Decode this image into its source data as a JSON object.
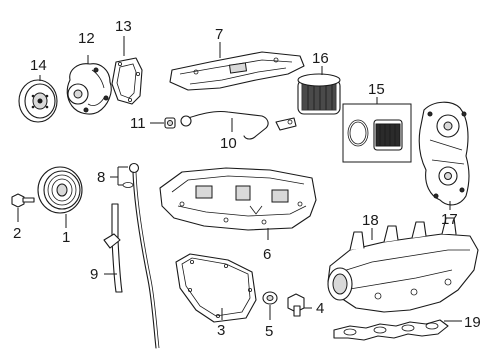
{
  "callouts": [
    {
      "id": "p1",
      "label": "1"
    },
    {
      "id": "p2",
      "label": "2"
    },
    {
      "id": "p3",
      "label": "3"
    },
    {
      "id": "p4",
      "label": "4"
    },
    {
      "id": "p5",
      "label": "5"
    },
    {
      "id": "p6",
      "label": "6"
    },
    {
      "id": "p7",
      "label": "7"
    },
    {
      "id": "p8",
      "label": "8"
    },
    {
      "id": "p9",
      "label": "9"
    },
    {
      "id": "p10",
      "label": "10"
    },
    {
      "id": "p11",
      "label": "11"
    },
    {
      "id": "p12",
      "label": "12"
    },
    {
      "id": "p13",
      "label": "13"
    },
    {
      "id": "p14",
      "label": "14"
    },
    {
      "id": "p15",
      "label": "15"
    },
    {
      "id": "p16",
      "label": "16"
    },
    {
      "id": "p17",
      "label": "17"
    },
    {
      "id": "p18",
      "label": "18"
    },
    {
      "id": "p19",
      "label": "19"
    }
  ]
}
